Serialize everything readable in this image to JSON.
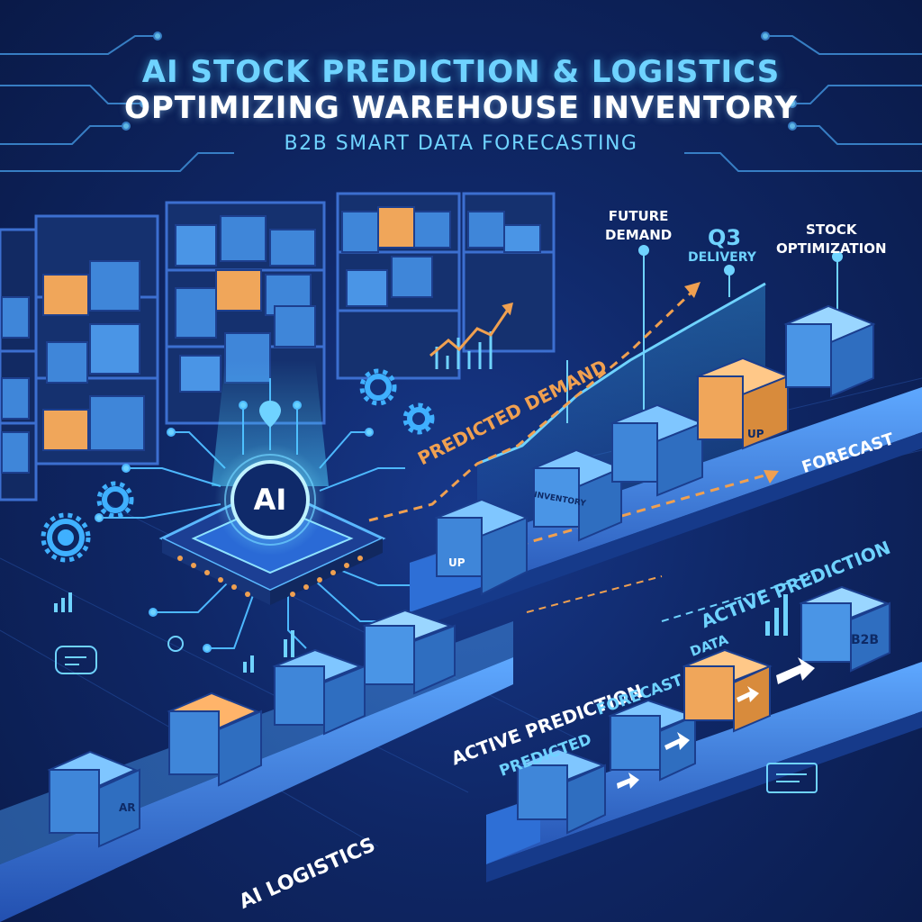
{
  "header": {
    "line1": "AI STOCK PREDICTION & LOGISTICS",
    "line2": "OPTIMIZING WAREHOUSE INVENTORY",
    "line3": "B2B SMART DATA FORECASTING"
  },
  "ai_chip": {
    "label": "AI"
  },
  "top_labels": {
    "future_demand": "FUTURE\nDEMAND",
    "q3": "Q3",
    "delivery": "DELIVERY",
    "stock_optimization": "STOCK\nOPTIMIZATION"
  },
  "flow_labels": {
    "predicted_demand": "PREDICTED DEMAND",
    "forecast_upper": "FORECAST",
    "active_prediction_right": "ACTIVE PREDICTION",
    "active_prediction_left": "ACTIVE PREDICTION",
    "predicted": "PREDICTED",
    "forecast_lower": "FORECAST",
    "data": "DATA",
    "ai_logistics": "AI LOGISTICS"
  },
  "box_labels": {
    "inventory": "INVENTORY",
    "up_1": "UP",
    "up_2": "UP",
    "b2b": "B2B",
    "ai_box": "AR"
  },
  "colors": {
    "background": "#0f2766",
    "accent_cyan": "#6fd3ff",
    "accent_orange": "#f0a050",
    "box_blue": "#3f86d9",
    "box_orange": "#f0a65a",
    "belt": "#2b63c4"
  }
}
